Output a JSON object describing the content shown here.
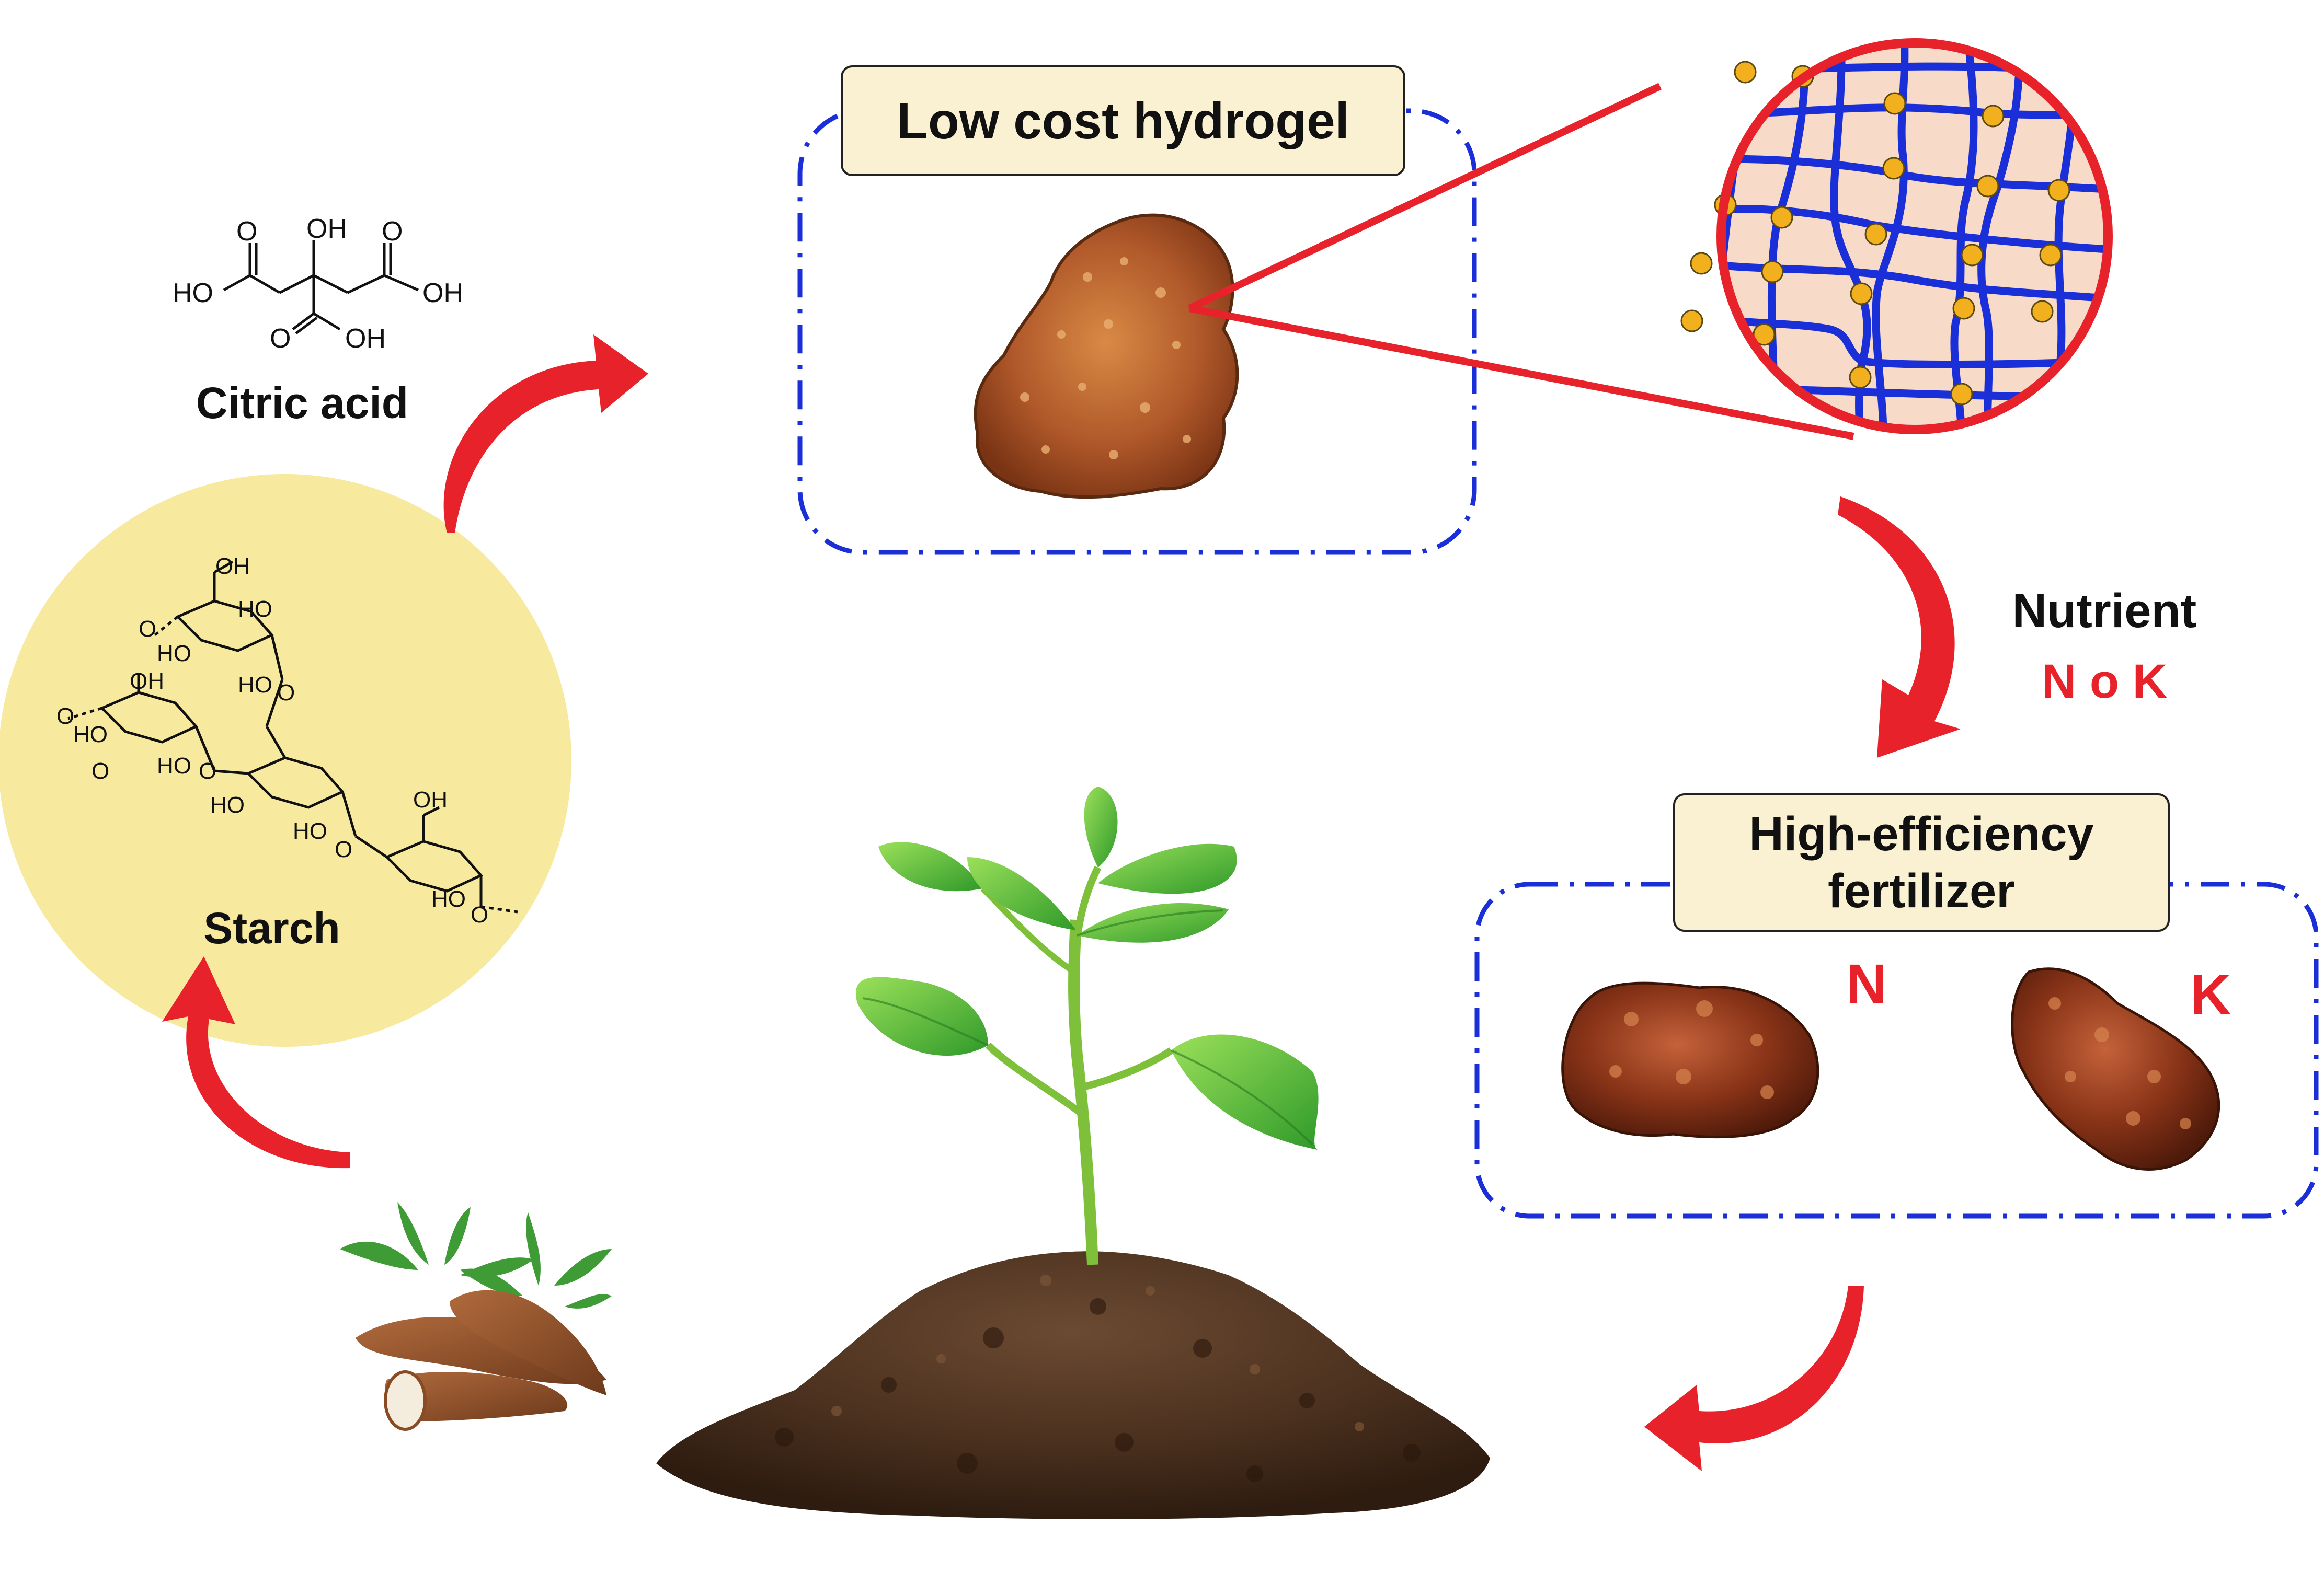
{
  "citric_acid": {
    "name": "Citric acid",
    "atoms": {
      "o_left": "O",
      "oh_top": "OH",
      "o_right": "O",
      "ho_left": "HO",
      "oh_right": "OH",
      "o_bottom": "O",
      "oh_bottom": "OH"
    }
  },
  "starch": {
    "name": "Starch",
    "atoms": [
      "OH",
      "HO",
      "HO",
      "O",
      "OH",
      "HO",
      "HO",
      "HO",
      "O",
      "HO",
      "O",
      "OH",
      "HO",
      "O",
      "HO",
      "O",
      "O",
      "O"
    ]
  },
  "hydrogel": {
    "title": "Low cost hydrogel"
  },
  "nutrient": {
    "label": "Nutrient",
    "elements": "N o K"
  },
  "fertilizer": {
    "title_line1": "High-efficiency",
    "title_line2": "fertilizer",
    "label_n": "N",
    "label_k": "K"
  },
  "colors": {
    "arrow_red": "#e8222b",
    "dash_blue": "#1a2fd8",
    "network_blue": "#1a2fd8",
    "node_yellow": "#f2b01e",
    "circle_fill": "#f7e99e",
    "box_fill": "#faf0d2"
  }
}
